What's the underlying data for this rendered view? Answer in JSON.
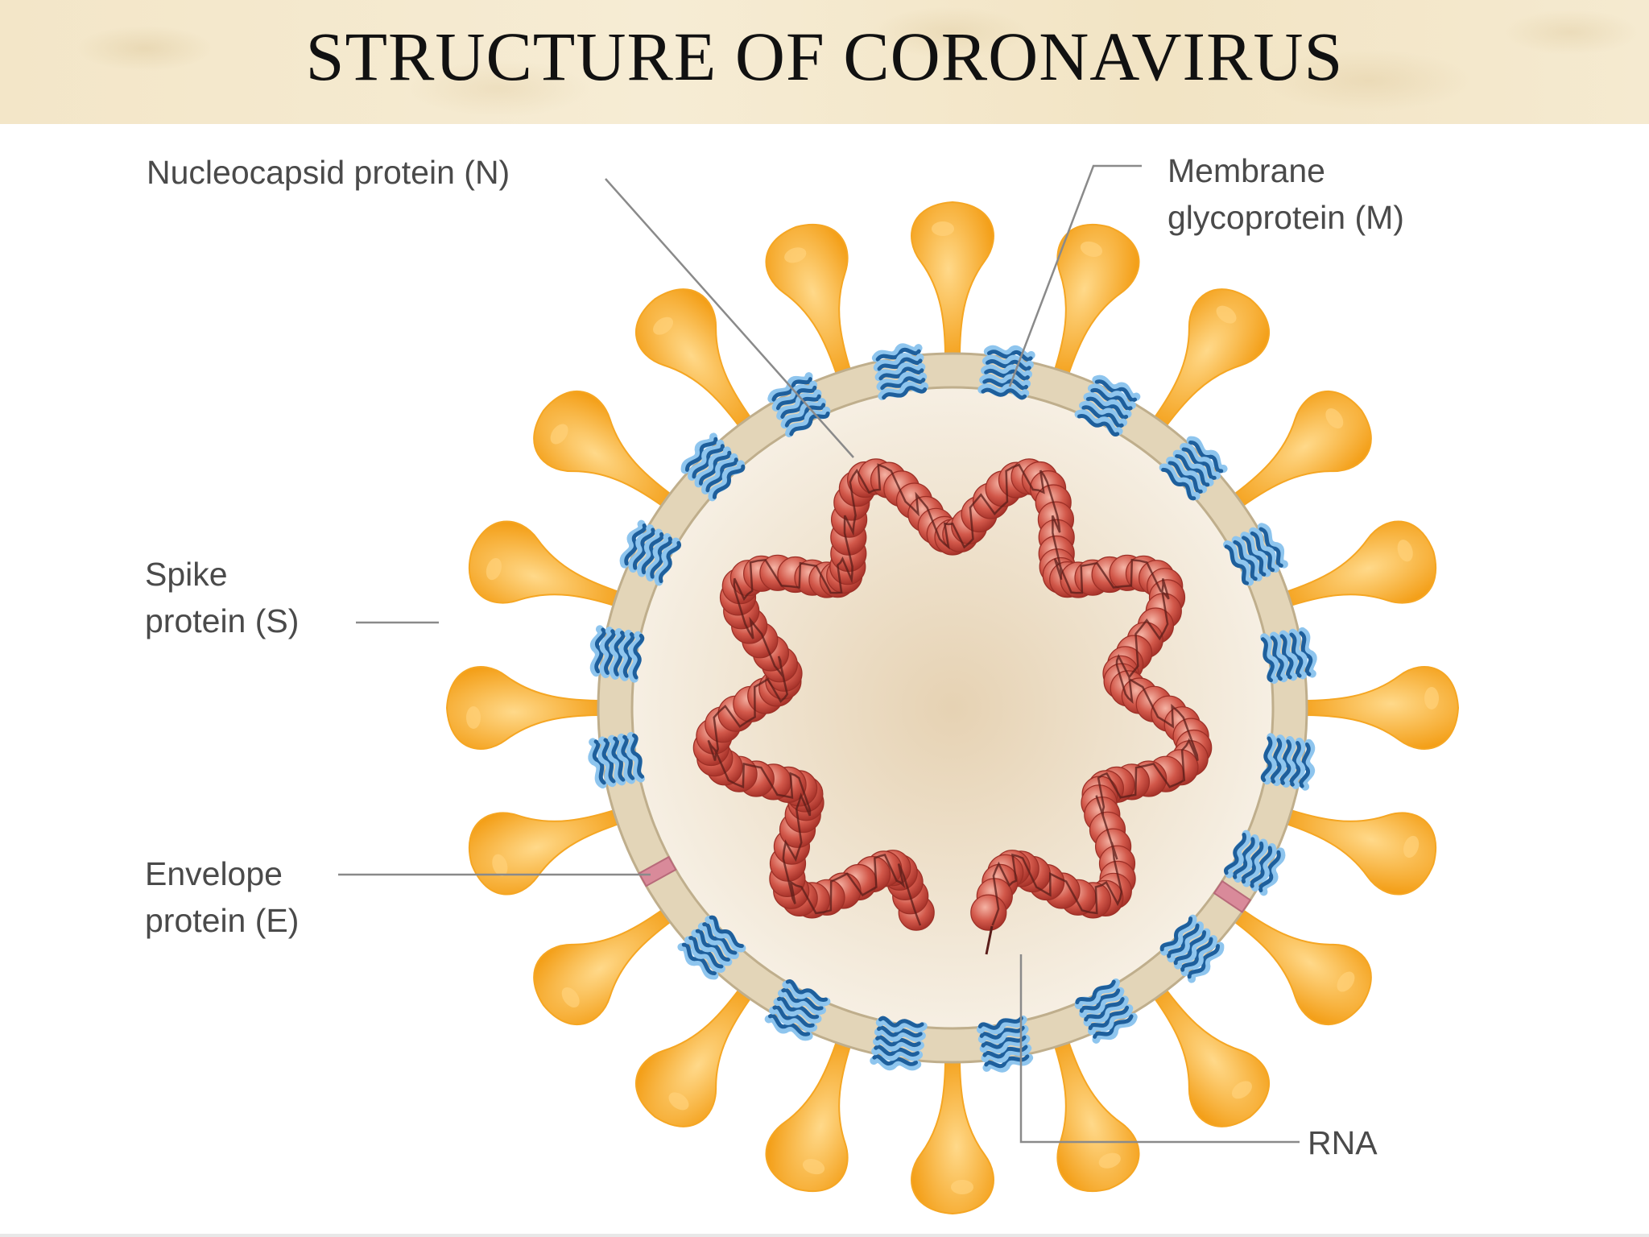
{
  "title": "STRUCTURE OF CORONAVIRUS",
  "labels": {
    "nucleocapsid": "Nucleocapsid protein (N)",
    "membrane_line1": "Membrane",
    "membrane_line2": "glycoprotein (M)",
    "spike_line1": "Spike",
    "spike_line2": "protein (S)",
    "envelope_line1": "Envelope",
    "envelope_line2": "protein (E)",
    "rna": "RNA"
  },
  "colors": {
    "spike": "#f5a623",
    "spike_light": "#ffd27a",
    "envelope_ring": "#e3d5b8",
    "envelope_ring_edge": "#bfae8c",
    "interior": "#f2e7d4",
    "rna_strand": "#c8473b",
    "rna_highlight": "#ef9a88",
    "membrane_protein": "#1e5f9c",
    "membrane_protein_light": "#8ec5ee",
    "envelope_protein": "#d98a9a",
    "leader_line": "#8a8a8a"
  }
}
